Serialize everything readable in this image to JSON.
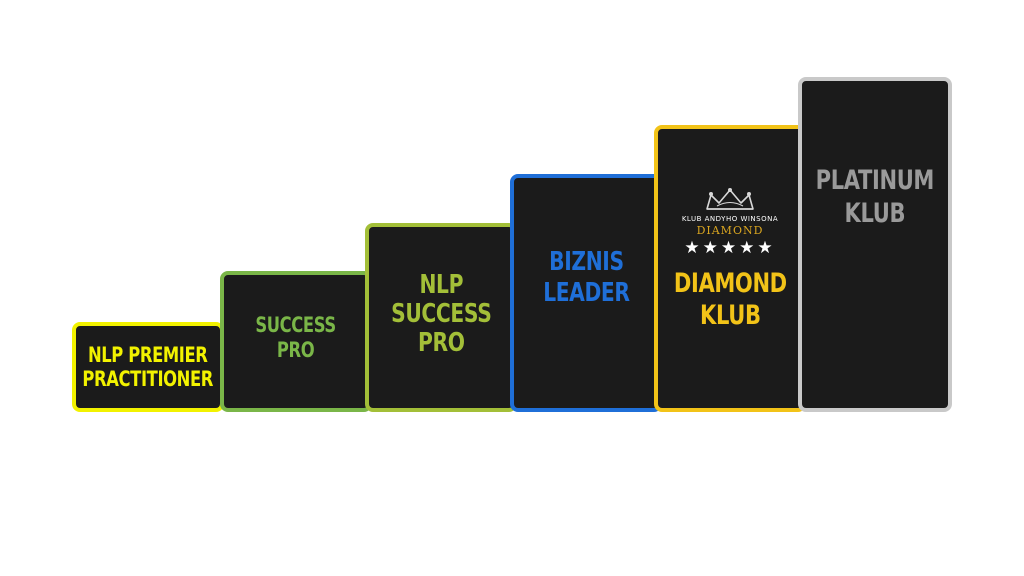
{
  "steps": [
    {
      "label": "NLP PREMIER\nPRACTITIONER",
      "border_color": "#f2f200",
      "text_color": "#f2f200"
    },
    {
      "label": "SUCCESS\nPRO",
      "border_color": "#7ab648",
      "text_color": "#7ab648"
    },
    {
      "label": "NLP\nSUCCESS\nPRO",
      "border_color": "#a3bf38",
      "text_color": "#a3bf38"
    },
    {
      "label": "BIZNIS\nLEADER",
      "border_color": "#1f6fd8",
      "text_color": "#1f6fd8"
    },
    {
      "label": "DIAMOND\nKLUB",
      "border_color": "#f2c318",
      "text_color": "#f2c318"
    },
    {
      "label": "PLATINUM\nKLUB",
      "border_color": "#c9c9c9",
      "text_color": "#9a9a9a"
    }
  ],
  "emblem": {
    "arc_text": "KLUB ANDYHO WINSONA",
    "word": "DIAMOND",
    "stars": "★★★★★",
    "icon": "crown-icon"
  }
}
